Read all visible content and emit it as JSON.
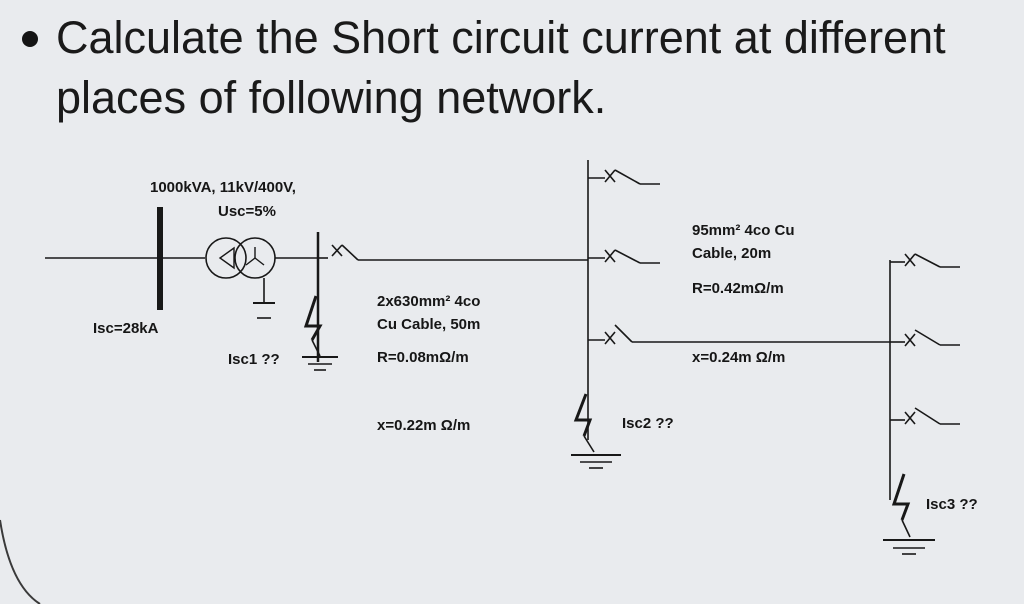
{
  "slide": {
    "title": "Calculate the Short circuit current at different places of following network."
  },
  "diagram": {
    "transformer_rating": "1000kVA, 11kV/400V,",
    "transformer_usc": "Usc=5%",
    "source_isc": "Isc=28kA",
    "isc1_label": "Isc1 ??",
    "main_cable_size": "2x630mm² 4co",
    "main_cable_type": "Cu Cable, 50m",
    "main_cable_r": "R=0.08mΩ/m",
    "main_cable_x": "x=0.22m Ω/m",
    "isc2_label": "Isc2 ??",
    "branch_cable_size": "95mm² 4co Cu",
    "branch_cable_type": "Cable, 20m",
    "branch_cable_r": "R=0.42mΩ/m",
    "branch_cable_x": "x=0.24m Ω/m",
    "isc3_label": "Isc3 ??"
  }
}
